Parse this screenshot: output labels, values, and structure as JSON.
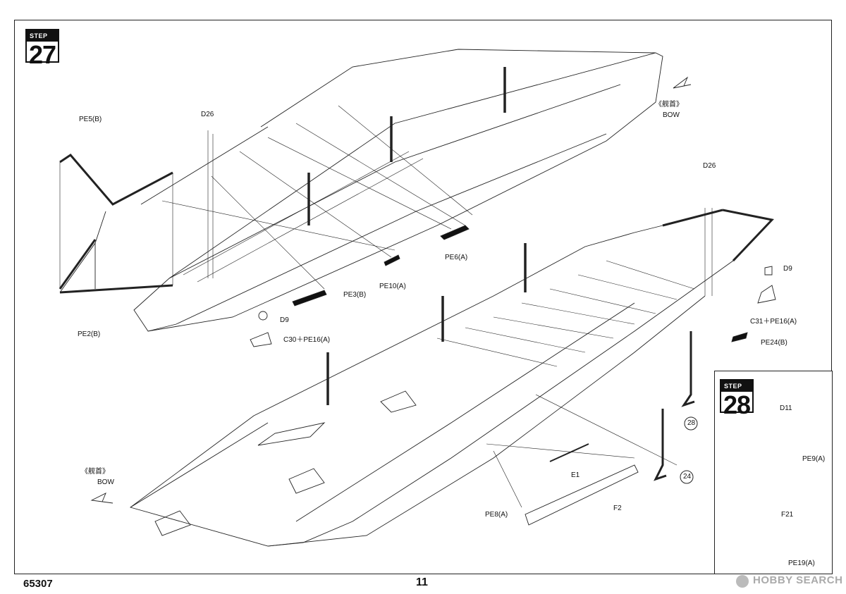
{
  "steps": {
    "main_label": "STEP",
    "main_number": "27",
    "inset_label": "STEP",
    "inset_number": "28"
  },
  "labels": {
    "pe5b": "PE5(B)",
    "d26_top": "D26",
    "bow_cn_top": "《舰首》",
    "bow_top": "BOW",
    "pe2b": "PE2(B)",
    "pe6a": "PE6(A)",
    "pe10a": "PE10(A)",
    "pe3b": "PE3(B)",
    "d9_left": "D9",
    "c30": "C30＋PE16(A)",
    "d26_right": "D26",
    "d9_right": "D9",
    "c31": "C31＋PE16(A)",
    "pe24b": "PE24(B)",
    "bow_cn_bottom": "《舰首》",
    "bow_bottom": "BOW",
    "e1": "E1",
    "f2": "F2",
    "pe8a": "PE8(A)",
    "ref28": "28",
    "ref24": "24",
    "d11": "D11",
    "pe9a": "PE9(A)",
    "f21": "F21",
    "pe19a": "PE19(A)"
  },
  "footer": {
    "product_code": "65307",
    "page_number": "11",
    "watermark": "HOBBY SEARCH"
  }
}
